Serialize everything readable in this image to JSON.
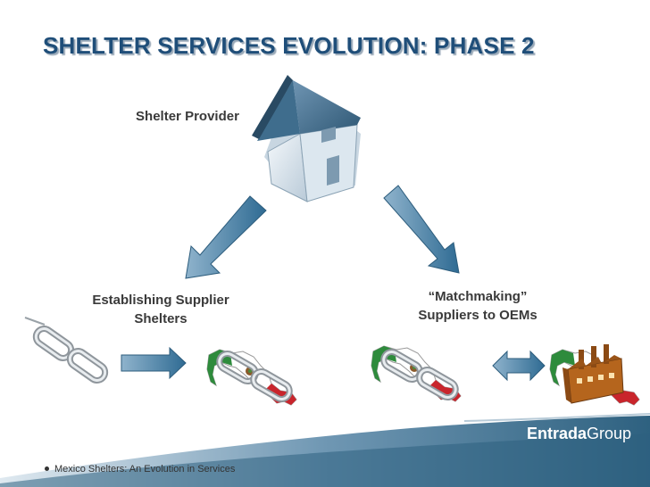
{
  "slide": {
    "title": "SHELTER SERVICES EVOLUTION: PHASE 2"
  },
  "labels": {
    "shelter_provider": "Shelter Provider",
    "establishing_line1": "Establishing Supplier",
    "establishing_line2": "Shelters",
    "matchmaking_line1": "“Matchmaking”",
    "matchmaking_line2": "Suppliers to OEMs"
  },
  "footer": {
    "note": "Mexico Shelters: An Evolution in Services",
    "logo_main": "Entrada",
    "logo_group": "Group"
  },
  "icons": [
    "house-icon",
    "chain-link-icon",
    "mexico-map-icon",
    "factory-icon",
    "arrow-right-icon",
    "double-arrow-icon"
  ],
  "colors": {
    "title": "#1f4e79",
    "arrow": "#4a7fa3",
    "footer_band": "#2e6180",
    "map_green": "#2e8b3c",
    "map_red": "#c9252c"
  }
}
